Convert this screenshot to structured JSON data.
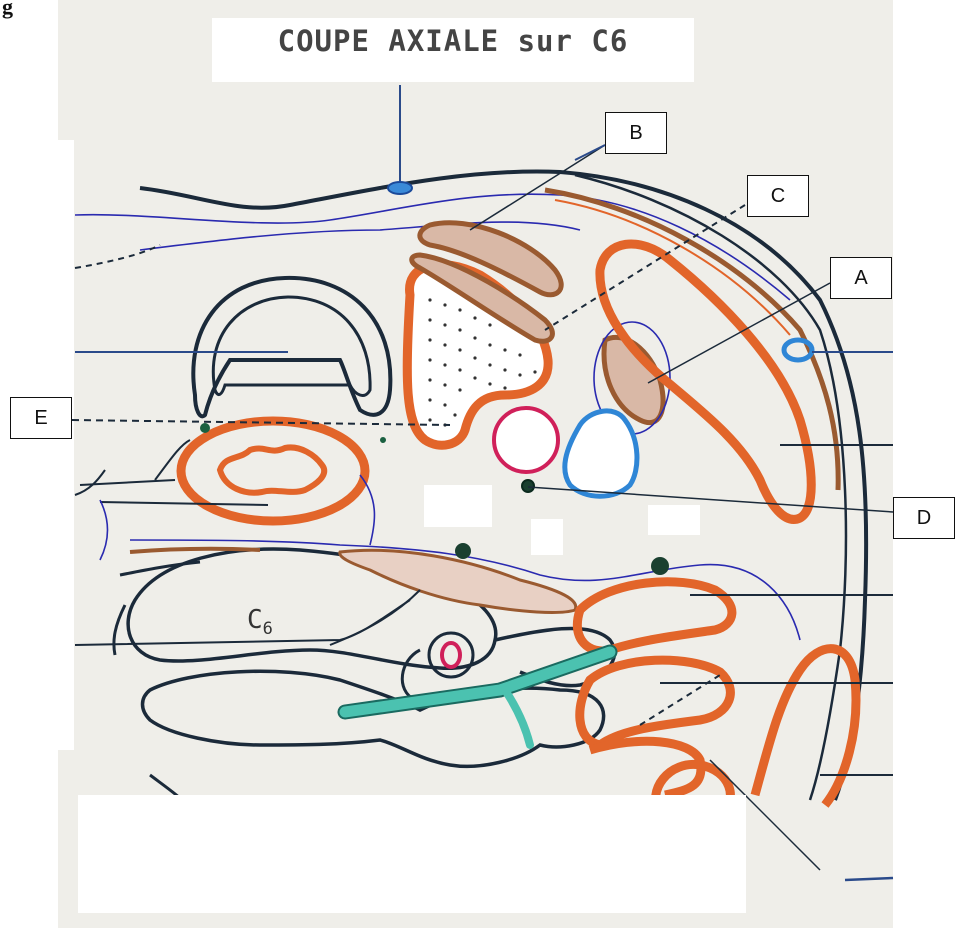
{
  "figure_prefix": "g",
  "title": "COUPE AXIALE sur C6",
  "vertebra_label": "C",
  "vertebra_subscript": "6",
  "labels": {
    "A": "A",
    "B": "B",
    "C": "C",
    "D": "D",
    "E": "E"
  },
  "colors": {
    "muscle": "#e2652a",
    "artery": "#d0205a",
    "vein": "#2f86d6",
    "nerve": "#4bc2b0",
    "outline": "#1b2a3a",
    "fascia": "#2a2ab0",
    "paper": "#efeee9"
  }
}
